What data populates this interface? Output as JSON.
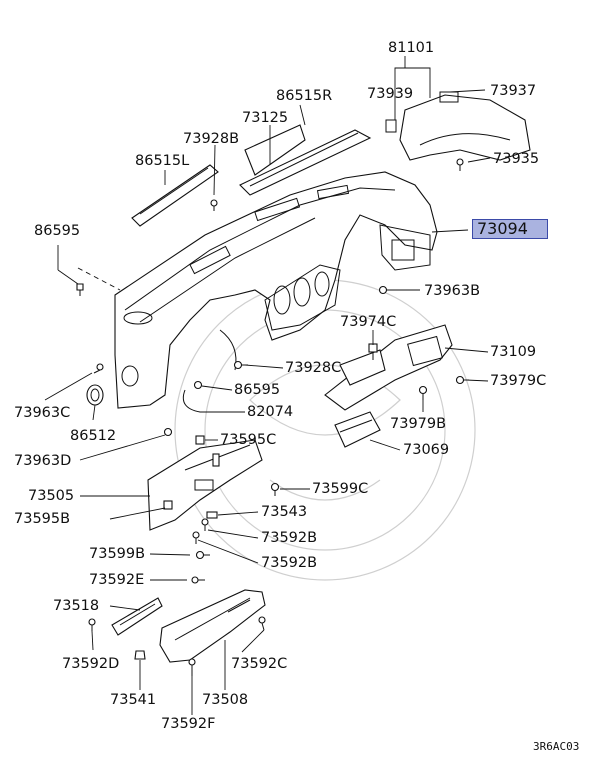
{
  "diagram_code": "3R6AC03",
  "labels": [
    {
      "text": "81101"
    },
    {
      "text": "73939"
    },
    {
      "text": "73937"
    },
    {
      "text": "86515R"
    },
    {
      "text": "73125"
    },
    {
      "text": "73928B"
    },
    {
      "text": "86515L"
    },
    {
      "text": "73935"
    },
    {
      "text": "73094",
      "highlighted": true
    },
    {
      "text": "86595"
    },
    {
      "text": "73963B"
    },
    {
      "text": "73974C"
    },
    {
      "text": "73109"
    },
    {
      "text": "73928C"
    },
    {
      "text": "73979C"
    },
    {
      "text": "86595"
    },
    {
      "text": "73963C"
    },
    {
      "text": "82074"
    },
    {
      "text": "86512"
    },
    {
      "text": "73979B"
    },
    {
      "text": "73595C"
    },
    {
      "text": "73069"
    },
    {
      "text": "73963D"
    },
    {
      "text": "73599C"
    },
    {
      "text": "73505"
    },
    {
      "text": "73543"
    },
    {
      "text": "73595B"
    },
    {
      "text": "73592B"
    },
    {
      "text": "73599B"
    },
    {
      "text": "73592B"
    },
    {
      "text": "73592E"
    },
    {
      "text": "73518"
    },
    {
      "text": "73592C"
    },
    {
      "text": "73592D"
    },
    {
      "text": "73541"
    },
    {
      "text": "73508"
    },
    {
      "text": "73592F"
    }
  ],
  "colors": {
    "highlight_fill": "#aab3e0",
    "highlight_border": "#3b4aa8",
    "line": "#111111"
  }
}
